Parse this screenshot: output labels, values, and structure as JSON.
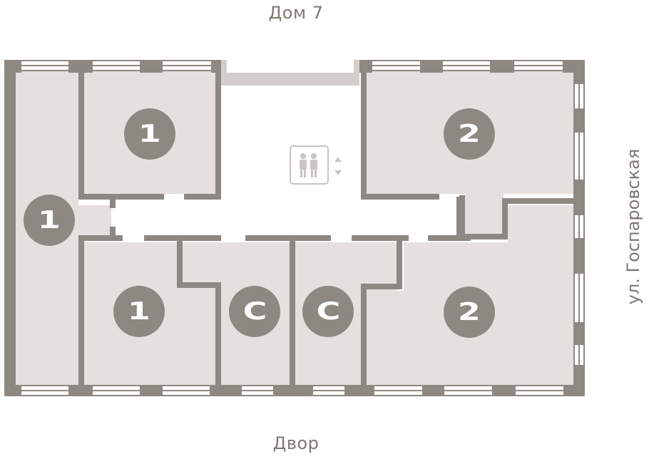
{
  "labels": {
    "top": "Дом 7",
    "bottom": "Двор",
    "right": "ул. Госпаровская"
  },
  "colors": {
    "wall": "#8d8882",
    "room_fill": "#e5dfdd",
    "badge_fill": "#8d8882",
    "badge_text": "#ffffff",
    "label_text": "#7d7872"
  },
  "apartments": [
    {
      "id": "apt-left-long",
      "label": "1",
      "rooms": "1-room"
    },
    {
      "id": "apt-top-left",
      "label": "1",
      "rooms": "1-room"
    },
    {
      "id": "apt-top-right",
      "label": "2",
      "rooms": "2-room"
    },
    {
      "id": "apt-bottom-left",
      "label": "1",
      "rooms": "1-room"
    },
    {
      "id": "apt-studio-1",
      "label": "С",
      "rooms": "studio"
    },
    {
      "id": "apt-studio-2",
      "label": "С",
      "rooms": "studio"
    },
    {
      "id": "apt-bottom-right",
      "label": "2",
      "rooms": "2-room"
    }
  ],
  "icons": {
    "elevator": "elevator-icon",
    "elevator_arrows": "up-down-arrows-icon"
  }
}
